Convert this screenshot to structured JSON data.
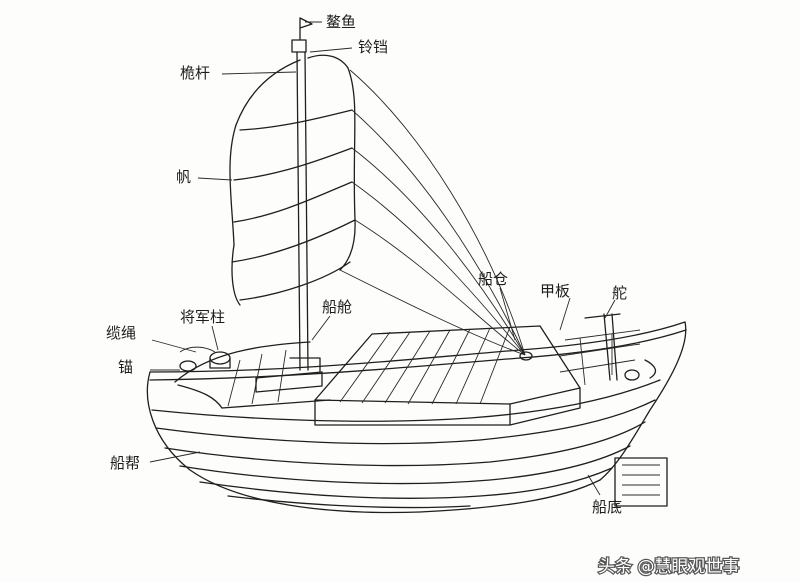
{
  "labels": {
    "wind_vane": "鳌鱼",
    "pulley": "铃铛",
    "mast": "桅杆",
    "sail": "帆",
    "hold": "船仓",
    "deck": "甲板",
    "rudder": "舵",
    "cable": "缆绳",
    "windlass": "将军柱",
    "cabin": "船舱",
    "anchor": "锚",
    "side": "船帮",
    "bottom": "船底"
  },
  "watermark": "头条 @慧眼观世事"
}
